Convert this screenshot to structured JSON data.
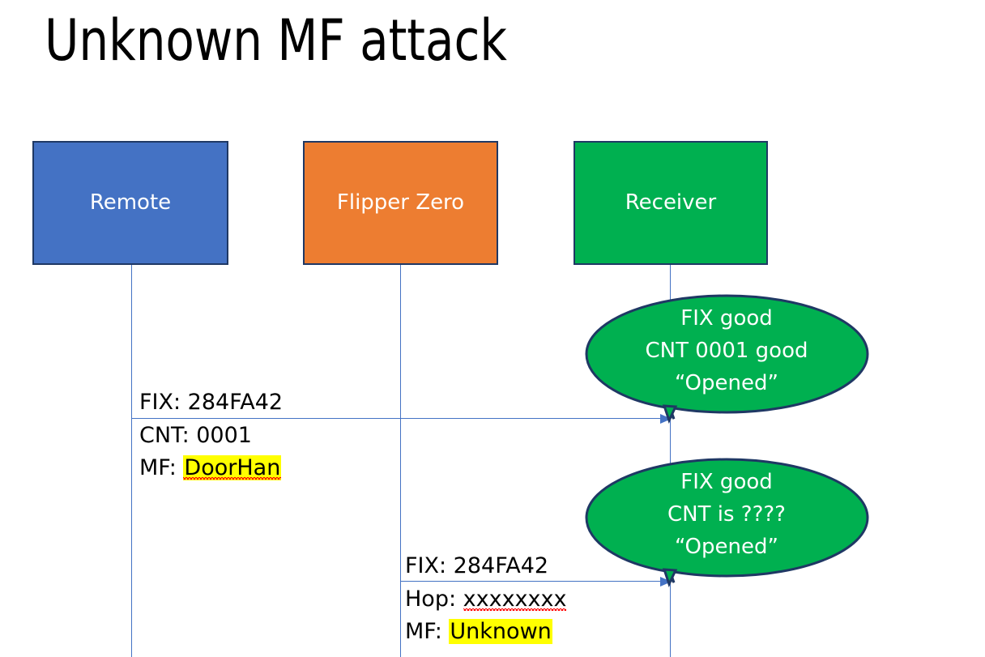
{
  "slide": {
    "title": "Unknown MF attack",
    "background_color": "#FFFFFF"
  },
  "colors": {
    "remote_fill": "#4472C4",
    "flipper_fill": "#ED7D31",
    "receiver_fill": "#00B050",
    "box_border": "#1F3864",
    "lifeline": "#4472C4",
    "highlight": "#FFFF00",
    "spellcheck_underline": "#FF0000",
    "callout_fill": "#00B050",
    "callout_border": "#1F3864",
    "callout_text": "#FFFFFF"
  },
  "actors": [
    {
      "id": "remote",
      "label": "Remote"
    },
    {
      "id": "flipper",
      "label": "Flipper Zero"
    },
    {
      "id": "receiver",
      "label": "Receiver"
    }
  ],
  "messages": [
    {
      "id": "message-1",
      "from": "remote",
      "to": "receiver",
      "line1": "FIX: 284FA42",
      "line2": "CNT: 0001",
      "line3_prefix": "MF: ",
      "line3_value": "DoorHan",
      "line3_highlighted": true,
      "line3_spellchecked": true
    },
    {
      "id": "message-2",
      "from": "flipper",
      "to": "receiver",
      "line1": "FIX: 284FA42",
      "line2_prefix": "Hop: ",
      "line2_value": "xxxxxxxx",
      "line2_spellchecked": true,
      "line3_prefix": "MF: ",
      "line3_value": "Unknown",
      "line3_highlighted": true,
      "line3_spellchecked": false
    }
  ],
  "callouts": [
    {
      "id": "callout-1",
      "line1": "FIX good",
      "line2": "CNT 0001 good",
      "line3": "“Opened”"
    },
    {
      "id": "callout-2",
      "line1": "FIX good",
      "line2": "CNT is ????",
      "line3": "“Opened”"
    }
  ]
}
